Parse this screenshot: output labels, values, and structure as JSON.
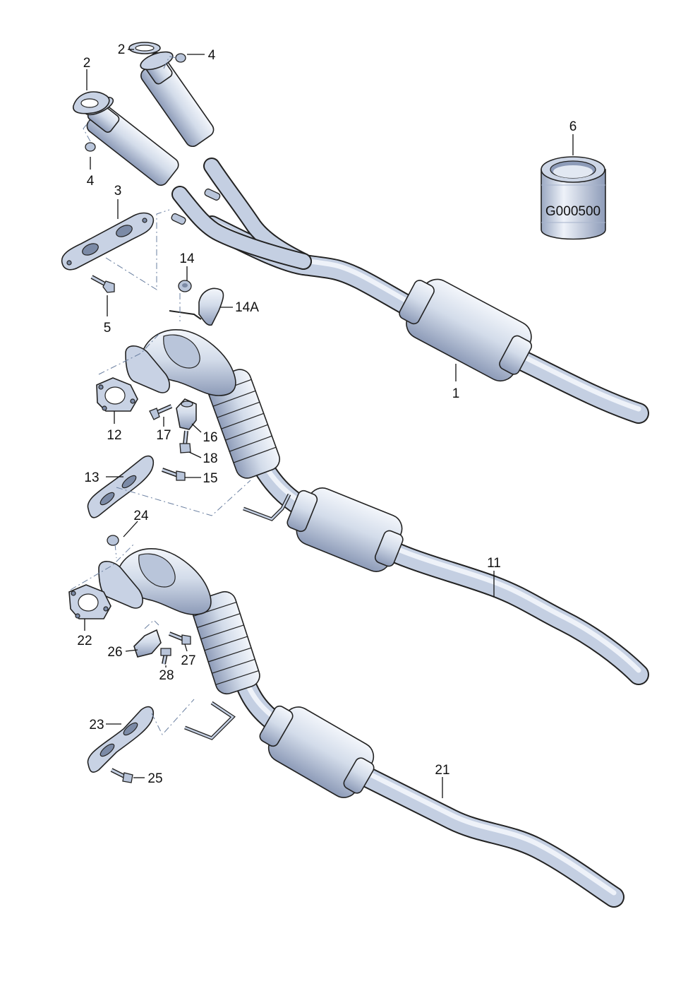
{
  "labels": {
    "l1": "1",
    "l2a": "2",
    "l2b": "2",
    "l3": "3",
    "l4a": "4",
    "l4b": "4",
    "l5": "5",
    "l6": "6",
    "l11": "11",
    "l12": "12",
    "l13": "13",
    "l14": "14",
    "l14a": "14A",
    "l15": "15",
    "l16": "16",
    "l17": "17",
    "l18": "18",
    "l21": "21",
    "l22": "22",
    "l23": "23",
    "l24": "24",
    "l25": "25",
    "l26": "26",
    "l27": "27",
    "l28": "28"
  },
  "sleeve_text": "G000500",
  "colors": {
    "metal_light": "#eef2f9",
    "metal_mid": "#c4cfe2",
    "metal_dark": "#8d9bb8",
    "outline": "#222222",
    "dash": "#6a7fa0"
  }
}
